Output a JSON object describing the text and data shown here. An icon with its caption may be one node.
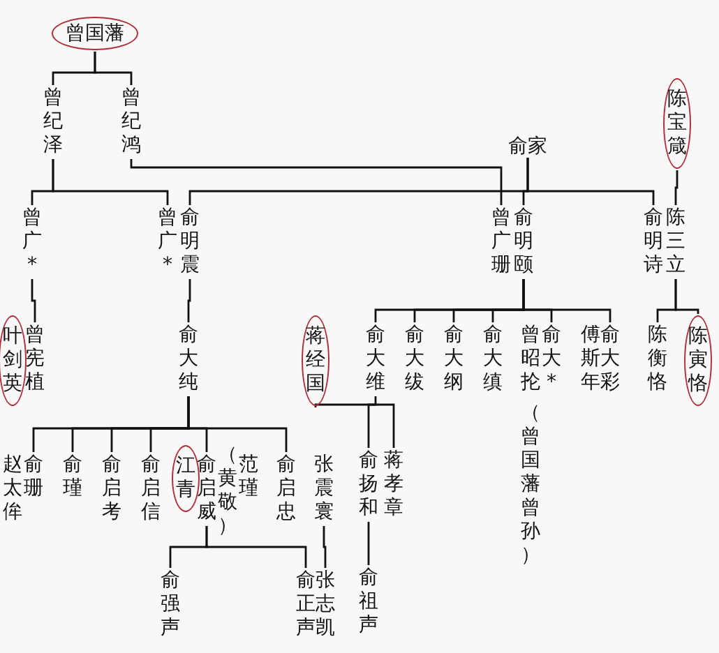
{
  "diagram": {
    "nodes": [
      {
        "text": [
          "曾国藩"
        ]
      },
      {
        "text": [
          "曾纪泽"
        ]
      },
      {
        "text": [
          "曾纪鸿"
        ]
      },
      {
        "text": [
          "俞家"
        ]
      },
      {
        "text": [
          "陈宝箴"
        ]
      },
      {
        "text": [
          "曾广*"
        ]
      },
      {
        "text": [
          "曾广*"
        ]
      },
      {
        "text": [
          "俞明震"
        ]
      },
      {
        "text": [
          "曾广珊"
        ]
      },
      {
        "text": [
          "俞明颐"
        ]
      },
      {
        "text": [
          "俞明诗"
        ]
      },
      {
        "text": [
          "陈三立"
        ]
      },
      {
        "text": [
          "叶剑英"
        ]
      },
      {
        "text": [
          "曾宪植"
        ]
      },
      {
        "text": [
          "俞大纯"
        ]
      },
      {
        "text": [
          "蒋经国"
        ]
      },
      {
        "text": [
          "俞大维"
        ]
      },
      {
        "text": [
          "俞大绂"
        ]
      },
      {
        "text": [
          "俞大纲"
        ]
      },
      {
        "text": [
          "俞大缜"
        ]
      },
      {
        "text": [
          "曾昭抡"
        ],
        "beside": [
          "（曾国藩曾孙）"
        ]
      },
      {
        "text": [
          "俞大*"
        ]
      },
      {
        "text": [
          "傅斯年"
        ]
      },
      {
        "text": [
          "俞大彩"
        ]
      },
      {
        "text": [
          "陈衡恪"
        ]
      },
      {
        "text": [
          "陈寅恪"
        ]
      },
      {
        "text": [
          "赵太侔"
        ]
      },
      {
        "text": [
          "俞珊"
        ]
      },
      {
        "text": [
          "俞瑾"
        ]
      },
      {
        "text": [
          "俞启考"
        ]
      },
      {
        "text": [
          "俞启信"
        ]
      },
      {
        "text": [
          "江青"
        ]
      },
      {
        "text": [
          "俞启威"
        ],
        "beside": [
          "（黄敬）"
        ]
      },
      {
        "text": [
          "范瑾"
        ]
      },
      {
        "text": [
          "俞启忠"
        ]
      },
      {
        "text": [
          "张震寰"
        ]
      },
      {
        "text": [
          "俞扬和"
        ]
      },
      {
        "text": [
          "蒋孝章"
        ]
      },
      {
        "text": [
          "俞强声"
        ]
      },
      {
        "text": [
          "俞正声"
        ]
      },
      {
        "text": [
          "张志凯"
        ]
      },
      {
        "text": [
          "俞祖声"
        ]
      }
    ],
    "edges": [
      {
        "from": 0,
        "to": 1,
        "arrow": "none"
      },
      {
        "from": 0,
        "to": 2,
        "arrow": "none"
      },
      {
        "from": 2,
        "to": 8,
        "arrow": "none"
      },
      {
        "from": 1,
        "to": 5,
        "arrow": "none"
      },
      {
        "from": 1,
        "to": 6,
        "arrow": "none"
      },
      {
        "from": 3,
        "to": 7,
        "arrow": "none"
      },
      {
        "from": 3,
        "to": 9,
        "arrow": "none"
      },
      {
        "from": 3,
        "to": 10,
        "arrow": "none"
      },
      {
        "from": 4,
        "to": 11,
        "arrow": "none"
      },
      {
        "from": 5,
        "to": 13,
        "arrow": "none"
      },
      {
        "from": 7,
        "to": 14,
        "arrow": "none"
      },
      {
        "from": 9,
        "to": 16,
        "arrow": "none"
      },
      {
        "from": 9,
        "to": 17,
        "arrow": "none"
      },
      {
        "from": 9,
        "to": 18,
        "arrow": "none"
      },
      {
        "from": 9,
        "to": 19,
        "arrow": "none"
      },
      {
        "from": 9,
        "to": 21,
        "arrow": "none"
      },
      {
        "from": 9,
        "to": 23,
        "arrow": "none"
      },
      {
        "from": 11,
        "to": 24,
        "arrow": "none"
      },
      {
        "from": 11,
        "to": 25,
        "arrow": "none"
      },
      {
        "from": 14,
        "to": 27,
        "arrow": "none"
      },
      {
        "from": 14,
        "to": 28,
        "arrow": "none"
      },
      {
        "from": 14,
        "to": 29,
        "arrow": "none"
      },
      {
        "from": 14,
        "to": 30,
        "arrow": "none"
      },
      {
        "from": 14,
        "to": 32,
        "arrow": "none"
      },
      {
        "from": 14,
        "to": 34,
        "arrow": "none"
      },
      {
        "from": 16,
        "to": 36,
        "arrow": "none"
      },
      {
        "from": 15,
        "to": 37,
        "arrow": "none"
      },
      {
        "from": 35,
        "to": 40,
        "arrow": "none"
      },
      {
        "from": 32,
        "to": 38,
        "arrow": "none"
      },
      {
        "from": 32,
        "to": 39,
        "arrow": "none"
      },
      {
        "from": 36,
        "to": 41,
        "arrow": "none"
      }
    ]
  }
}
